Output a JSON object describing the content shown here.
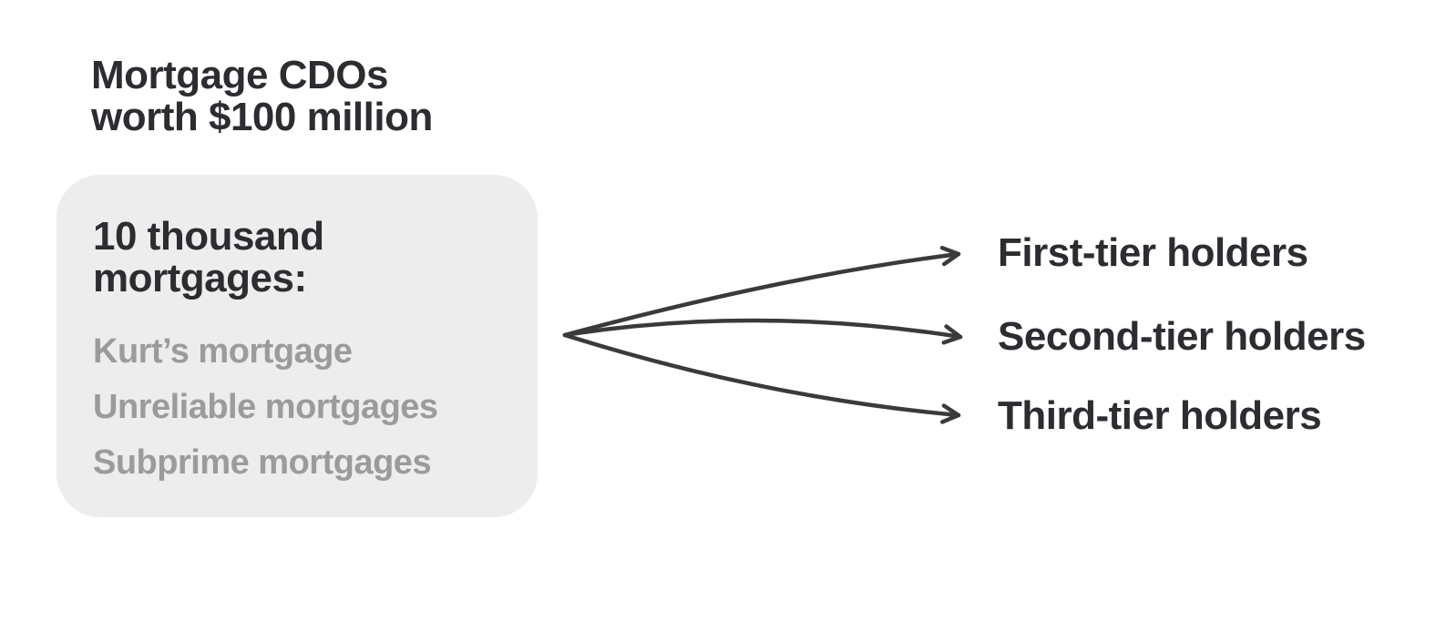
{
  "title": "Mortgage CDOs\nworth $100 million",
  "pool": {
    "heading": "10 thousand\nmortgages:",
    "items": [
      "Kurt’s mortgage",
      "Unreliable mortgages",
      "Subprime mortgages"
    ]
  },
  "tiers": [
    {
      "label": "First-tier holders"
    },
    {
      "label": "Second-tier holders"
    },
    {
      "label": "Third-tier holders"
    }
  ],
  "connections": [
    {
      "from": "10 thousand mortgages",
      "to": "First-tier holders"
    },
    {
      "from": "10 thousand mortgages",
      "to": "Second-tier holders"
    },
    {
      "from": "10 thousand mortgages",
      "to": "Third-tier holders"
    }
  ],
  "colors": {
    "background": "#ffffff",
    "heading_text": "#2b2d31",
    "muted_text": "#9b9b9b",
    "pool_box_fill": "#ededed",
    "arrow_stroke": "#3a3a3a"
  }
}
